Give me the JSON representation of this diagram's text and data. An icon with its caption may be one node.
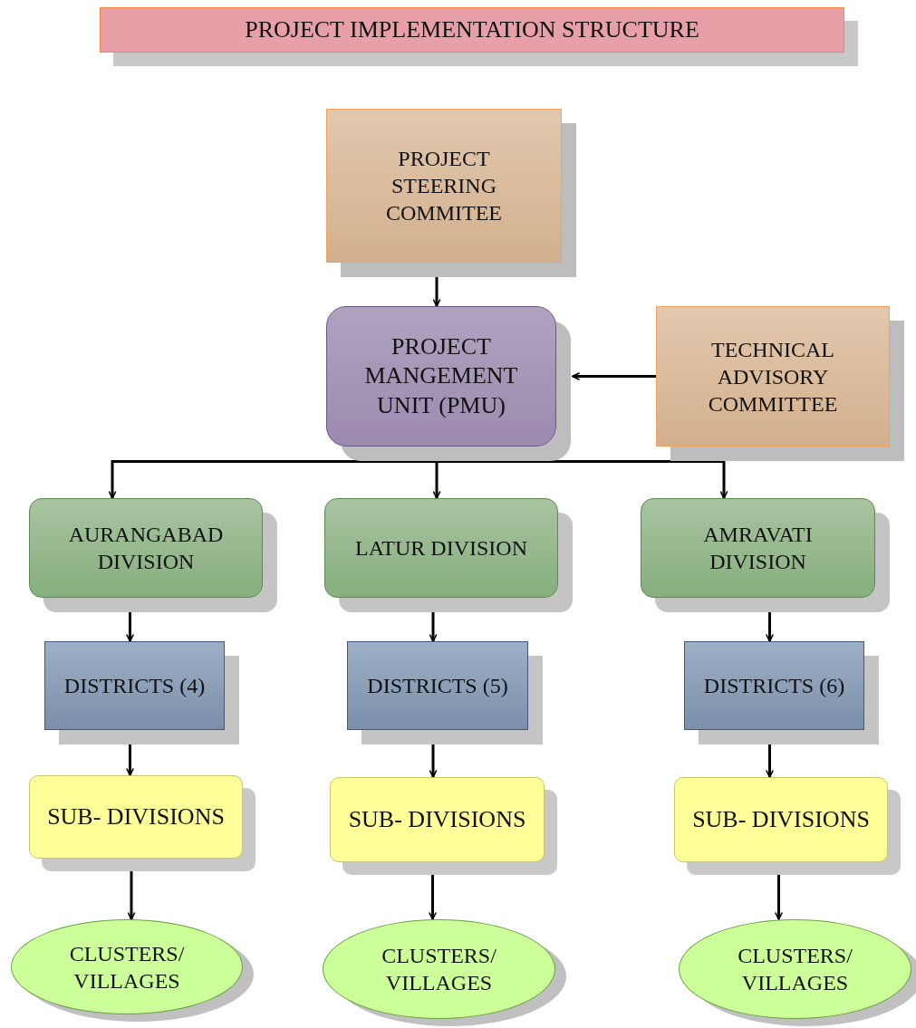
{
  "diagram": {
    "title": "PROJECT IMPLEMENTATION STRUCTURE",
    "nodes": [
      {
        "text": [
          "PROJECT STEERING COMMITEE"
        ]
      },
      {
        "text": [
          "PROJECT MANGEMENT UNIT (PMU)"
        ]
      },
      {
        "text": [
          "TECHNICAL ADVISORY COMMITTEE"
        ]
      },
      {
        "text": [
          "AURANGABAD DIVISION"
        ]
      },
      {
        "text": [
          "LATUR DIVISION"
        ]
      },
      {
        "text": [
          "AMRAVATI DIVISION"
        ]
      },
      {
        "text": [
          "DISTRICTS (4)"
        ]
      },
      {
        "text": [
          "DISTRICTS (5)"
        ]
      },
      {
        "text": [
          "DISTRICTS (6)"
        ]
      },
      {
        "text": [
          "SUB- DIVISIONS"
        ]
      },
      {
        "text": [
          "SUB- DIVISIONS"
        ]
      },
      {
        "text": [
          "SUB- DIVISIONS"
        ]
      },
      {
        "text": [
          "CLUSTERS/ VILLAGES"
        ]
      },
      {
        "text": [
          "CLUSTERS/ VILLAGES"
        ]
      },
      {
        "text": [
          "CLUSTERS/ VILLAGES"
        ]
      }
    ],
    "edges": [
      {
        "from": 0,
        "to": 1,
        "arrow": "to"
      },
      {
        "from": 2,
        "to": 1,
        "arrow": "to"
      },
      {
        "from": 1,
        "to": 3,
        "arrow": "to"
      },
      {
        "from": 1,
        "to": 4,
        "arrow": "to"
      },
      {
        "from": 1,
        "to": 5,
        "arrow": "to"
      },
      {
        "from": 3,
        "to": 6,
        "arrow": "to"
      },
      {
        "from": 4,
        "to": 7,
        "arrow": "to"
      },
      {
        "from": 5,
        "to": 8,
        "arrow": "to"
      },
      {
        "from": 6,
        "to": 9,
        "arrow": "to"
      },
      {
        "from": 7,
        "to": 10,
        "arrow": "to"
      },
      {
        "from": 8,
        "to": 11,
        "arrow": "to"
      },
      {
        "from": 9,
        "to": 12,
        "arrow": "to"
      },
      {
        "from": 10,
        "to": 13,
        "arrow": "to"
      },
      {
        "from": 11,
        "to": 14,
        "arrow": "to"
      }
    ]
  }
}
